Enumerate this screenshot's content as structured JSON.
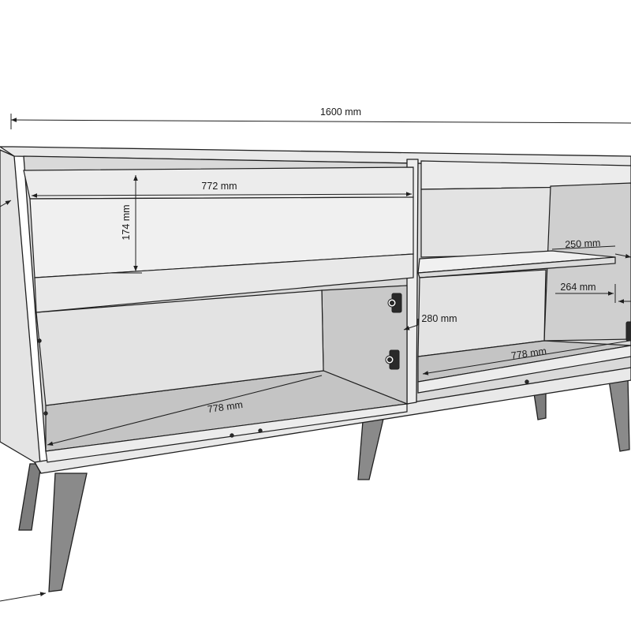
{
  "drawing": {
    "subject": "sideboard-technical-drawing",
    "colors": {
      "line": "#1f1f1f",
      "panel": "#e9e9e9",
      "interior_back": "#d9d9d9",
      "interior_shadow": "#c4c4c4",
      "leg": "#8a8a8a",
      "leg_dark": "#6f6f6f",
      "hinge": "#2a2a2a"
    },
    "dimensions": {
      "overall_width": "1600 mm",
      "drawer_width": "772 mm",
      "drawer_height": "174 mm",
      "shelf_depth": "250 mm",
      "shelf_height": "264 mm",
      "cabinet_depth": "280 mm",
      "left_bottom_width": "778 mm",
      "right_bottom_width": "778 mm"
    }
  }
}
